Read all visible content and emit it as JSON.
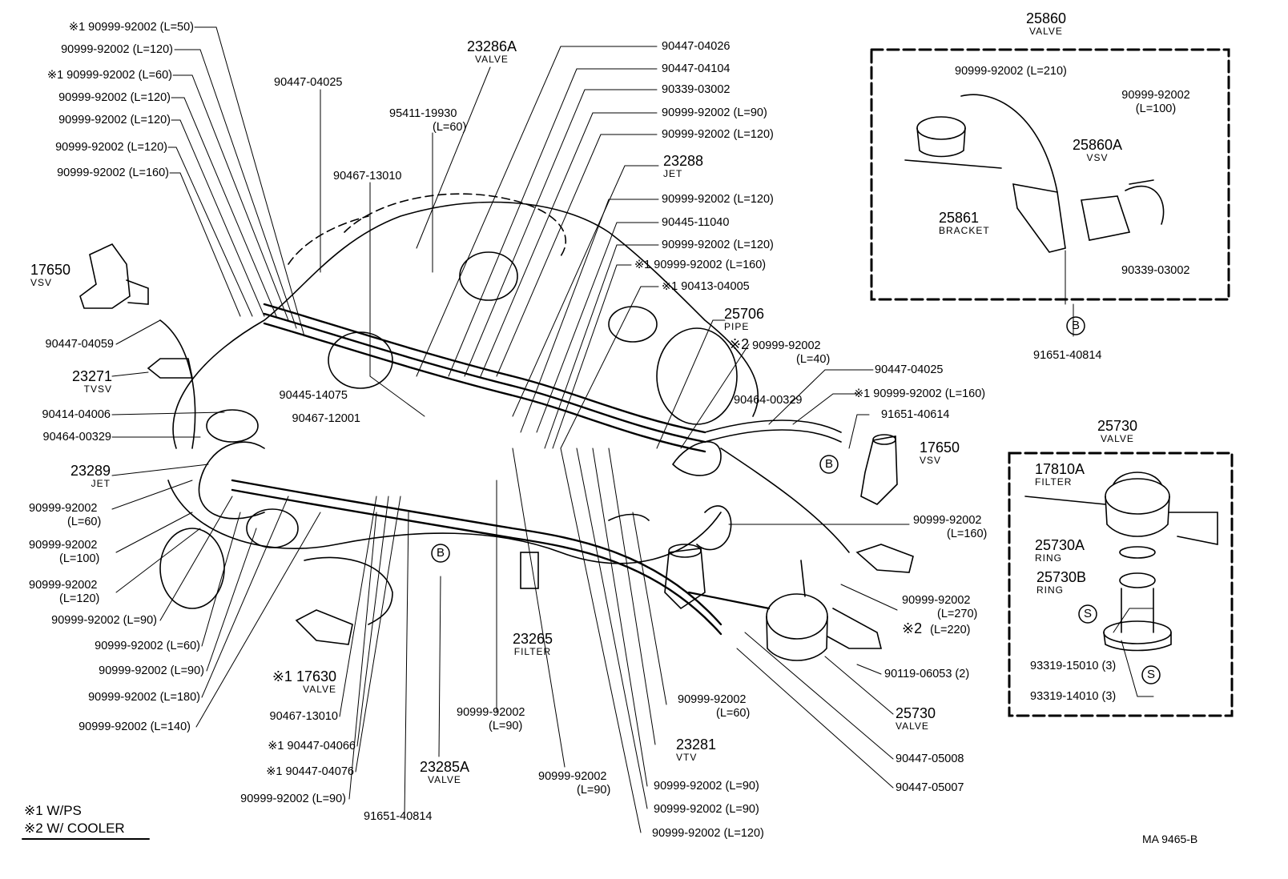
{
  "left_labels": [
    {
      "mark": "※1",
      "text": "90999-92002 (L=50)"
    },
    {
      "mark": "",
      "text": "90999-92002 (L=120)"
    },
    {
      "mark": "※1",
      "text": "90999-92002 (L=60)"
    },
    {
      "mark": "",
      "text": "90999-92002 (L=120)"
    },
    {
      "mark": "",
      "text": "90999-92002 (L=120)"
    },
    {
      "mark": "",
      "text": "90999-92002 (L=120)"
    },
    {
      "mark": "",
      "text": "90999-92002 (L=160)"
    }
  ],
  "top_left": {
    "p1": "90447-04025",
    "p2": "95411-19930",
    "p2b": "(L=60)",
    "p3": "90467-13010",
    "p4_num": "23286A",
    "p4_name": "VALVE"
  },
  "vsv_left": {
    "num": "17650",
    "name": "VSV"
  },
  "left_mid": {
    "a": "90447-04059",
    "tvsv_num": "23271",
    "tvsv_name": "TVSV",
    "b": "90414-04006",
    "c": "90464-00329",
    "jet_num": "23289",
    "jet_name": "JET",
    "d1": "90999-92002",
    "d2": "(L=60)",
    "e1": "90999-92002",
    "e2": "(L=100)",
    "f1": "90999-92002",
    "f2": "(L=120)",
    "g": "90999-92002 (L=90)",
    "h": "90999-92002 (L=60)",
    "i": "90999-92002 (L=90)",
    "j": "90999-92002 (L=180)",
    "k": "90999-92002 (L=140)"
  },
  "center_low": {
    "a": "90445-14075",
    "b": "90467-12001",
    "c": "90467-13010",
    "d_mark": "※1",
    "d": "90447-04066",
    "e_mark": "※1",
    "e": "90447-04076",
    "f": "90999-92002 (L=90)",
    "g": "91651-40814",
    "v_mark": "※1",
    "v_num": "17630",
    "v_name": "VALVE",
    "h_num": "23285A",
    "h_name": "VALVE",
    "b_circle": "B",
    "i1": "90999-92002",
    "i2": "(L=90)",
    "filter_num": "23265",
    "filter_name": "FILTER",
    "j1": "90999-92002",
    "j2": "(L=90)"
  },
  "right_list": [
    {
      "mark": "",
      "text": "90447-04026"
    },
    {
      "mark": "",
      "text": "90447-04104"
    },
    {
      "mark": "",
      "text": "90339-03002"
    },
    {
      "mark": "",
      "text": "90999-92002 (L=90)"
    },
    {
      "mark": "",
      "text": "90999-92002 (L=120)"
    },
    {
      "mark": "",
      "text": "23288",
      "sub": "JET"
    },
    {
      "mark": "",
      "text": "90999-92002 (L=120)"
    },
    {
      "mark": "",
      "text": "90445-11040"
    },
    {
      "mark": "",
      "text": "90999-92002 (L=120)"
    },
    {
      "mark": "※1",
      "text": "90999-92002 (L=160)"
    },
    {
      "mark": "※1",
      "text": "90413-04005"
    }
  ],
  "pipe": {
    "num": "25706",
    "name": "PIPE",
    "mark": "※2",
    "text": "90999-92002",
    "sub": "(L=40)"
  },
  "right_mid": {
    "a": "90447-04025",
    "b_mark": "※1",
    "b": "90999-92002 (L=160)",
    "c": "90464-00329",
    "d": "91651-40614",
    "vsv_num": "17650",
    "vsv_name": "VSV",
    "b_circle": "B",
    "e1": "90999-92002",
    "e2": "(L=160)",
    "f1": "90999-92002",
    "f2": "(L=270)",
    "f_mark": "※2",
    "f3": "(L=220)",
    "g": "90119-06053 (2)",
    "valve_num": "25730",
    "valve_name": "VALVE",
    "h": "90447-05008",
    "i": "90447-05007"
  },
  "bottom_mid": {
    "a1": "90999-92002",
    "a2": "(L=60)",
    "vtv_num": "23281",
    "vtv_name": "VTV",
    "b": "90999-92002 (L=90)",
    "c": "90999-92002 (L=90)",
    "d": "90999-92002 (L=120)"
  },
  "inset_top": {
    "num": "25860",
    "name": "VALVE",
    "a": "90999-92002 (L=210)",
    "b1": "90999-92002",
    "b2": "(L=100)",
    "vsv_num": "25860A",
    "vsv_name": "VSV",
    "bracket_num": "25861",
    "bracket_name": "BRACKET",
    "c": "90339-03002",
    "b_circle": "B",
    "ref": "91651-40814"
  },
  "inset_bottom": {
    "num": "25730",
    "name": "VALVE",
    "filter_num": "17810A",
    "filter_name": "FILTER",
    "ring1_num": "25730A",
    "ring1_name": "RING",
    "ring2_num": "25730B",
    "ring2_name": "RING",
    "s1": "93319-15010 (3)",
    "s2": "93319-14010 (3)",
    "s_circle": "S"
  },
  "legend": {
    "l1": "※1 W/PS",
    "l2": "※2 W/ COOLER"
  },
  "code": "MA  9465-B"
}
